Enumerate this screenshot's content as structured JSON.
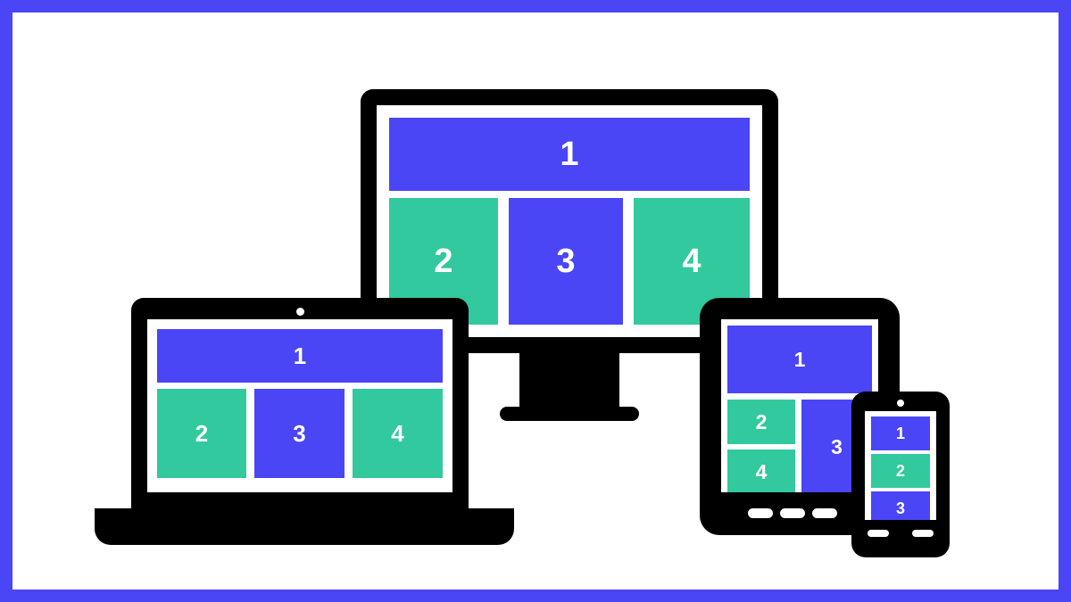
{
  "illustration": {
    "title": "Responsive web design layout across devices",
    "colors": {
      "frame_border": "#4a45f5",
      "background": "#ffffff",
      "device_body": "#000000",
      "block_blue": "#4a45f5",
      "block_green": "#31c99d",
      "block_label": "#ffffff"
    }
  },
  "devices": [
    {
      "id": "desktop-monitor",
      "name": "Desktop monitor",
      "layout": "three-column",
      "blocks": [
        {
          "label": "1",
          "color": "blue",
          "role": "header"
        },
        {
          "label": "2",
          "color": "green",
          "role": "column-left"
        },
        {
          "label": "3",
          "color": "blue",
          "role": "column-center"
        },
        {
          "label": "4",
          "color": "green",
          "role": "column-right"
        }
      ]
    },
    {
      "id": "laptop",
      "name": "Laptop",
      "layout": "three-column",
      "blocks": [
        {
          "label": "1",
          "color": "blue",
          "role": "header"
        },
        {
          "label": "2",
          "color": "green",
          "role": "column-left"
        },
        {
          "label": "3",
          "color": "blue",
          "role": "column-center"
        },
        {
          "label": "4",
          "color": "green",
          "role": "column-right"
        }
      ]
    },
    {
      "id": "tablet",
      "name": "Tablet",
      "layout": "two-column-stacked",
      "blocks": [
        {
          "label": "1",
          "color": "blue",
          "role": "header"
        },
        {
          "label": "2",
          "color": "green",
          "role": "stack-top-left"
        },
        {
          "label": "4",
          "color": "green",
          "role": "stack-bottom-left"
        },
        {
          "label": "3",
          "color": "blue",
          "role": "column-right"
        }
      ],
      "home_buttons": 3
    },
    {
      "id": "phone",
      "name": "Smartphone",
      "layout": "single-column-stacked",
      "blocks": [
        {
          "label": "1",
          "color": "blue",
          "role": "header"
        },
        {
          "label": "2",
          "color": "green",
          "role": "stack-row-2"
        },
        {
          "label": "3",
          "color": "blue",
          "role": "stack-row-3"
        }
      ],
      "home_buttons": 2
    }
  ],
  "monitor": {
    "blocks": {
      "b1": "1",
      "b2": "2",
      "b3": "3",
      "b4": "4"
    }
  },
  "laptop": {
    "blocks": {
      "b1": "1",
      "b2": "2",
      "b3": "3",
      "b4": "4"
    }
  },
  "tablet": {
    "blocks": {
      "b1": "1",
      "b2": "2",
      "b3": "3",
      "b4": "4"
    }
  },
  "phone": {
    "blocks": {
      "b1": "1",
      "b2": "2",
      "b3": "3"
    }
  }
}
